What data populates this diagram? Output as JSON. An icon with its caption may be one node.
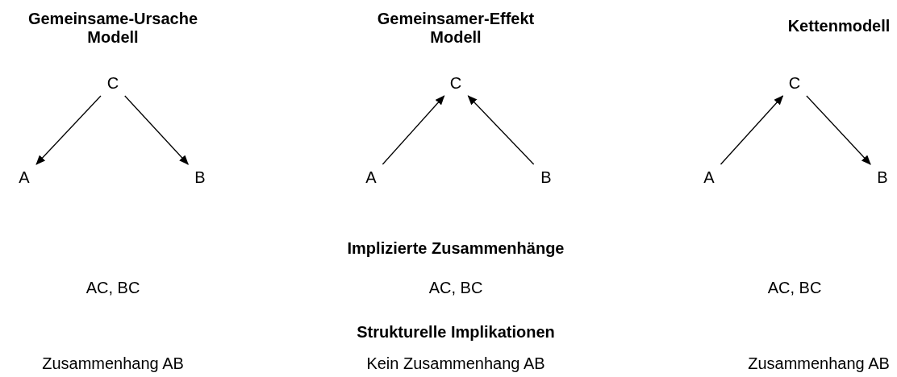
{
  "diagram": {
    "nodes": [
      {
        "text": [
          "C"
        ]
      },
      {
        "text": [
          "C"
        ]
      },
      {
        "text": [
          "C"
        ]
      },
      {
        "text": [
          "A"
        ]
      },
      {
        "text": [
          "B"
        ]
      },
      {
        "text": [
          "A"
        ]
      },
      {
        "text": [
          "B"
        ]
      },
      {
        "text": [
          "A"
        ]
      },
      {
        "text": [
          "B"
        ]
      }
    ],
    "edges": [
      {
        "from": 0,
        "to": 3,
        "arrow": "to"
      },
      {
        "from": 0,
        "to": 4,
        "arrow": "to"
      },
      {
        "from": 5,
        "to": 1,
        "arrow": "to"
      },
      {
        "from": 6,
        "to": 1,
        "arrow": "to"
      },
      {
        "from": 7,
        "to": 2,
        "arrow": "to"
      },
      {
        "from": 2,
        "to": 8,
        "arrow": "to"
      }
    ],
    "labels": [
      "Gemeinsame-Ursache Modell",
      "Gemeinsamer-Effekt Modell",
      "Kettenmodell",
      "Implizierte Zusammenhänge",
      "AC, BC",
      "AC, BC",
      "AC, BC",
      "Strukturelle Implikationen",
      "Zusammenhang AB",
      "Kein Zusammenhang AB",
      "Zusammenhang AB"
    ]
  }
}
